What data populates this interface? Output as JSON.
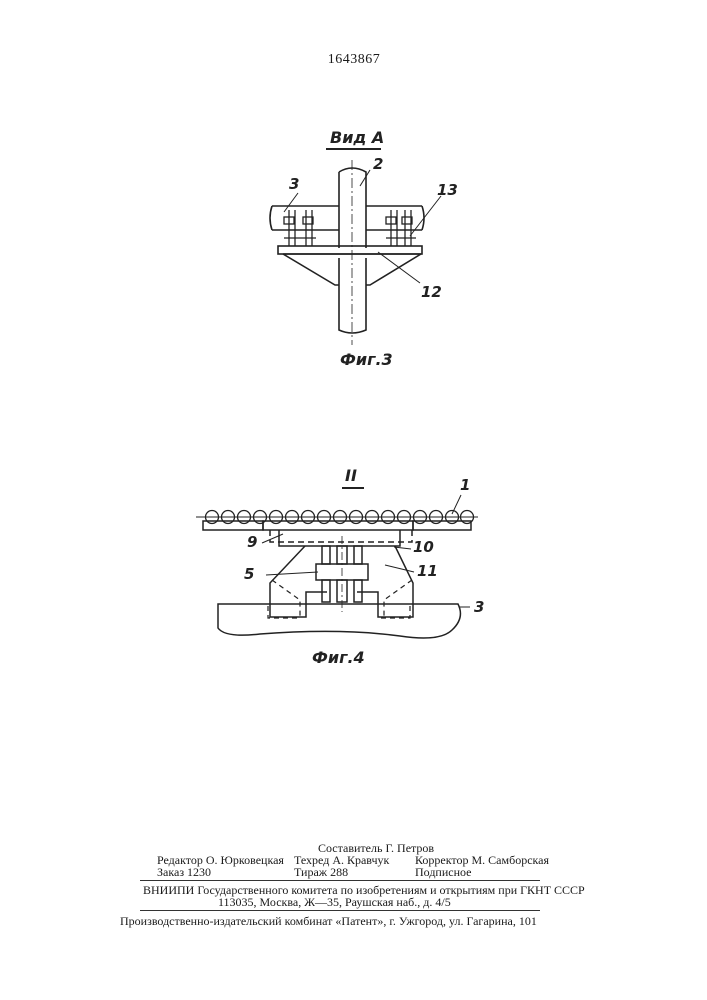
{
  "patent_number": "1643867",
  "figure3": {
    "view_label": "Вид А",
    "caption": "Фиг.3",
    "labels": {
      "l2": "2",
      "l3": "3",
      "l13": "13",
      "l12": "12"
    }
  },
  "figure4": {
    "detail_label": "II",
    "caption": "Фиг.4",
    "labels": {
      "l1": "1",
      "l9": "9",
      "l10": "10",
      "l5": "5",
      "l11": "11",
      "l3": "3"
    }
  },
  "colophon": {
    "composer": "Составитель Г. Петров",
    "editor": "Редактор О. Юрковецкая",
    "techred": "Техред А. Кравчук",
    "corrector": "Корректор М. Самборская",
    "order": "Заказ 1230",
    "circulation": "Тираж 288",
    "subscription": "Подписное",
    "institute": "ВНИИПИ Государственного комитета по изобретениям и открытиям при ГКНТ СССР",
    "address": "113035, Москва, Ж—35, Раушская наб., д. 4/5",
    "publisher": "Производственно-издательский комбинат «Патент», г. Ужгород, ул. Гагарина, 101"
  }
}
